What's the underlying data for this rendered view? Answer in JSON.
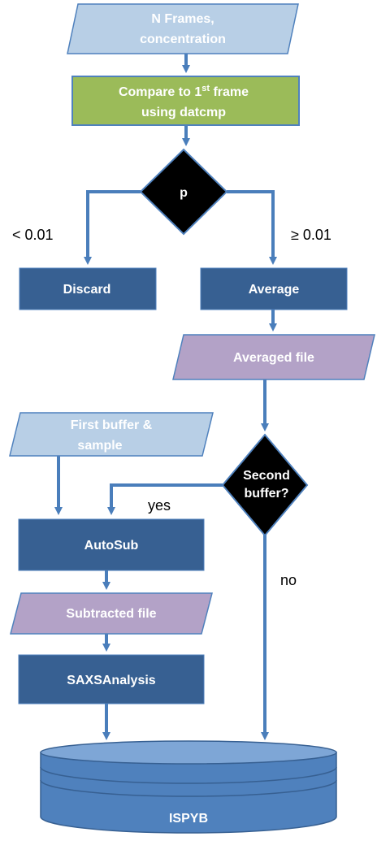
{
  "colors": {
    "light_blue": "#b8cfe6",
    "light_blue_stroke": "#4f81bd",
    "green": "#9bbb59",
    "green_stroke": "#4f81bd",
    "dark_blue": "#376092",
    "purple": "#b3a2c7",
    "diamond": "#000000",
    "arrow": "#4a7ebb",
    "db_fill": "#4f81bd",
    "db_top": "#7ea6d6"
  },
  "nodes": {
    "n_frames": {
      "line1": "N Frames,",
      "line2": "concentration"
    },
    "compare": {
      "line1": "Compare to 1",
      "sup": "st",
      "line1_end": " frame",
      "line2": "using datcmp"
    },
    "p_decision": {
      "label": "p"
    },
    "discard": {
      "label": "Discard"
    },
    "average": {
      "label": "Average"
    },
    "averaged_file": {
      "label": "Averaged file"
    },
    "first_buffer": {
      "line1": "First buffer &",
      "line2": "sample"
    },
    "second_buffer": {
      "line1": "Second",
      "line2": "buffer?"
    },
    "autosub": {
      "label": "AutoSub"
    },
    "subtracted_file": {
      "label": "Subtracted file"
    },
    "saxs_analysis": {
      "label": "SAXSAnalysis"
    },
    "ispyb": {
      "label": "ISPYB"
    }
  },
  "edge_labels": {
    "lt": "< 0.01",
    "ge": "≥ 0.01",
    "yes": "yes",
    "no": "no"
  }
}
